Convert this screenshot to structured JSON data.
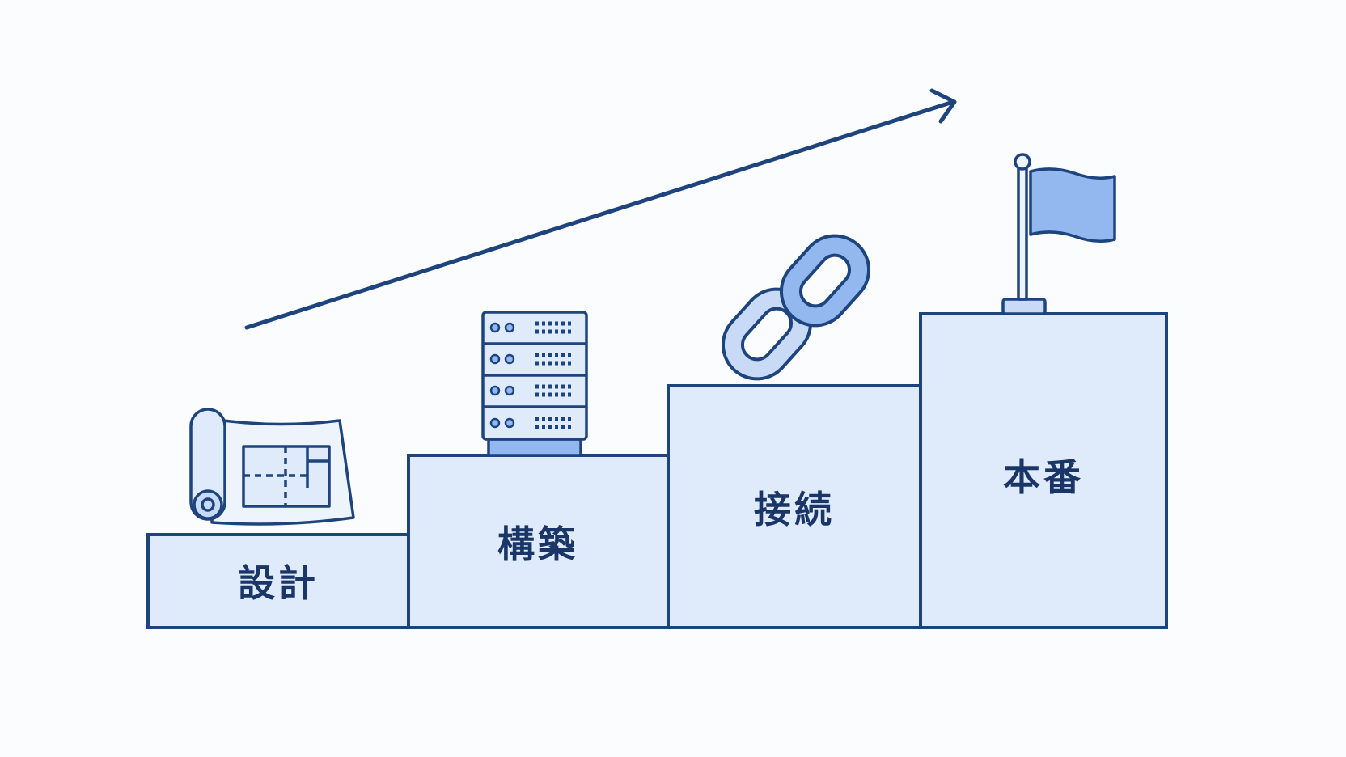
{
  "colors": {
    "background": "#fbfcfd",
    "stroke": "#1e447e",
    "step_fill": "#dfeafa",
    "icon_fill": "#c8daf6",
    "accent_fill": "#93b7ef",
    "label": "#1a3668"
  },
  "steps": [
    {
      "label": "設計",
      "icon": "blueprint-icon"
    },
    {
      "label": "構築",
      "icon": "server-rack-icon"
    },
    {
      "label": "接続",
      "icon": "chain-link-icon"
    },
    {
      "label": "本番",
      "icon": "flag-icon"
    }
  ],
  "progress_arrow": {
    "icon": "arrow-up-right-icon"
  }
}
